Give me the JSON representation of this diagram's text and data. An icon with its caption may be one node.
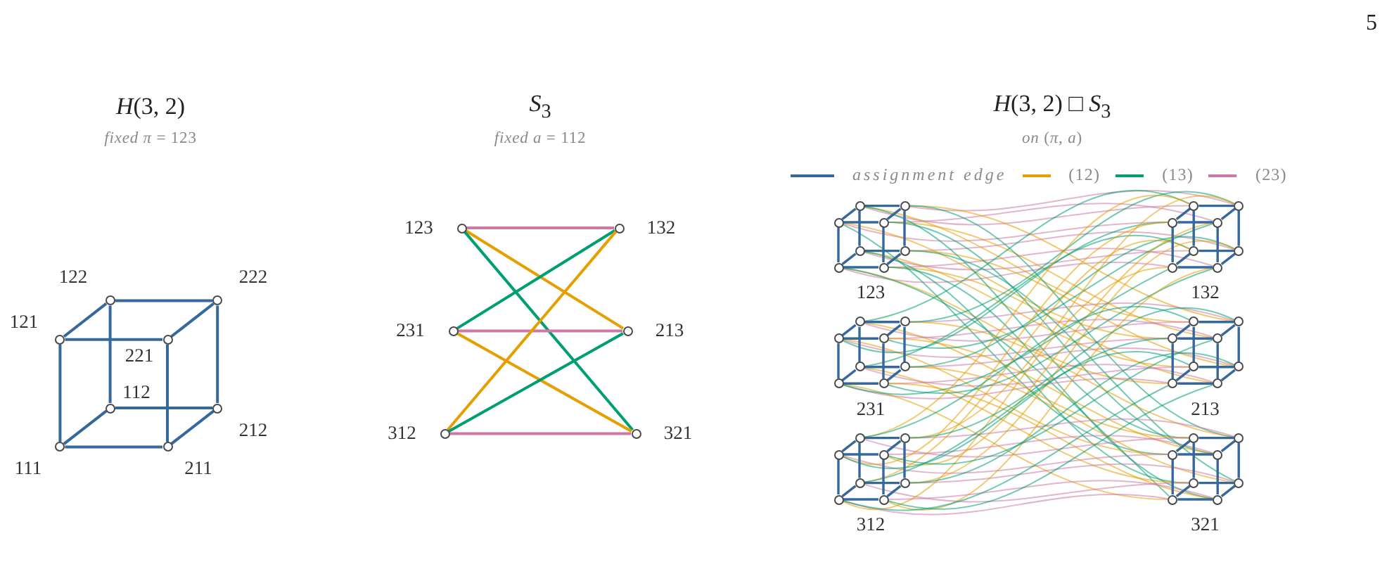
{
  "diagram": {
    "nodes": [
      {
        "text": [],
        "shape": "circle",
        "beside": [
          "122"
        ]
      },
      {
        "text": [],
        "shape": "circle",
        "beside": [
          "222"
        ]
      },
      {
        "text": [],
        "shape": "circle",
        "beside": [
          "121"
        ]
      },
      {
        "text": [],
        "shape": "circle",
        "beside": [
          "221"
        ]
      },
      {
        "text": [],
        "shape": "circle",
        "beside": [
          "112"
        ]
      },
      {
        "text": [],
        "shape": "circle",
        "beside": [
          "212"
        ]
      },
      {
        "text": [],
        "shape": "circle",
        "beside": [
          "111"
        ]
      },
      {
        "text": [],
        "shape": "circle",
        "beside": [
          "211"
        ]
      },
      {
        "text": [],
        "shape": "circle",
        "beside": [
          "123"
        ]
      },
      {
        "text": [],
        "shape": "circle",
        "beside": [
          "132"
        ]
      },
      {
        "text": [],
        "shape": "circle",
        "beside": [
          "231"
        ]
      },
      {
        "text": [],
        "shape": "circle",
        "beside": [
          "213"
        ]
      },
      {
        "text": [],
        "shape": "circle",
        "beside": [
          "312"
        ]
      },
      {
        "text": [],
        "shape": "circle",
        "beside": [
          "321"
        ]
      },
      {
        "text": [],
        "shape": "circle"
      },
      {
        "text": [],
        "shape": "circle"
      },
      {
        "text": [],
        "shape": "circle"
      },
      {
        "text": [],
        "shape": "circle"
      },
      {
        "text": [],
        "shape": "circle"
      },
      {
        "text": [],
        "shape": "circle"
      },
      {
        "text": [],
        "shape": "circle"
      },
      {
        "text": [],
        "shape": "circle"
      },
      {
        "text": [],
        "shape": "circle"
      },
      {
        "text": [],
        "shape": "circle"
      },
      {
        "text": [],
        "shape": "circle"
      },
      {
        "text": [],
        "shape": "circle"
      },
      {
        "text": [],
        "shape": "circle"
      },
      {
        "text": [],
        "shape": "circle"
      },
      {
        "text": [],
        "shape": "circle"
      },
      {
        "text": [],
        "shape": "circle"
      },
      {
        "text": [],
        "shape": "circle"
      },
      {
        "text": [],
        "shape": "circle"
      },
      {
        "text": [],
        "shape": "circle"
      },
      {
        "text": [],
        "shape": "circle"
      },
      {
        "text": [],
        "shape": "circle"
      },
      {
        "text": [],
        "shape": "circle"
      },
      {
        "text": [],
        "shape": "circle"
      },
      {
        "text": [],
        "shape": "circle"
      },
      {
        "text": [],
        "shape": "circle"
      },
      {
        "text": [],
        "shape": "circle"
      },
      {
        "text": [],
        "shape": "circle"
      },
      {
        "text": [],
        "shape": "circle"
      },
      {
        "text": [],
        "shape": "circle"
      },
      {
        "text": [],
        "shape": "circle"
      },
      {
        "text": [],
        "shape": "circle"
      },
      {
        "text": [],
        "shape": "circle"
      },
      {
        "text": [],
        "shape": "circle"
      },
      {
        "text": [],
        "shape": "circle"
      },
      {
        "text": [],
        "shape": "circle"
      },
      {
        "text": [],
        "shape": "circle"
      },
      {
        "text": [],
        "shape": "circle"
      },
      {
        "text": [],
        "shape": "circle"
      },
      {
        "text": [],
        "shape": "circle"
      },
      {
        "text": [],
        "shape": "circle"
      },
      {
        "text": [],
        "shape": "circle"
      },
      {
        "text": [],
        "shape": "circle"
      },
      {
        "text": [],
        "shape": "circle"
      },
      {
        "text": [],
        "shape": "circle"
      },
      {
        "text": [],
        "shape": "circle"
      },
      {
        "text": [],
        "shape": "circle"
      },
      {
        "text": [],
        "shape": "circle"
      },
      {
        "text": [],
        "shape": "circle"
      }
    ],
    "edges": [
      {
        "from": 6,
        "to": 7,
        "arrow": "none"
      },
      {
        "from": 6,
        "to": 2,
        "arrow": "none"
      },
      {
        "from": 6,
        "to": 4,
        "arrow": "none"
      },
      {
        "from": 2,
        "to": 3,
        "arrow": "none"
      },
      {
        "from": 2,
        "to": 0,
        "arrow": "none"
      },
      {
        "from": 7,
        "to": 3,
        "arrow": "none"
      },
      {
        "from": 7,
        "to": 5,
        "arrow": "none"
      },
      {
        "from": 3,
        "to": 1,
        "arrow": "none"
      },
      {
        "from": 4,
        "to": 5,
        "arrow": "none"
      },
      {
        "from": 4,
        "to": 0,
        "arrow": "none"
      },
      {
        "from": 0,
        "to": 1,
        "arrow": "none"
      },
      {
        "from": 5,
        "to": 1,
        "arrow": "none"
      },
      {
        "from": 8,
        "to": 9,
        "arrow": "none",
        "color": "#cc79a7"
      },
      {
        "from": 8,
        "to": 11,
        "arrow": "none",
        "color": "#e69f00"
      },
      {
        "from": 8,
        "to": 13,
        "arrow": "none",
        "color": "#009e73"
      },
      {
        "from": 10,
        "to": 9,
        "arrow": "none",
        "color": "#009e73"
      },
      {
        "from": 10,
        "to": 11,
        "arrow": "none",
        "color": "#cc79a7"
      },
      {
        "from": 10,
        "to": 13,
        "arrow": "none",
        "color": "#e69f00"
      },
      {
        "from": 12,
        "to": 9,
        "arrow": "none",
        "color": "#e69f00"
      },
      {
        "from": 12,
        "to": 11,
        "arrow": "none",
        "color": "#009e73"
      },
      {
        "from": 12,
        "to": 13,
        "arrow": "none",
        "color": "#cc79a7"
      },
      {
        "from": 20,
        "to": 21,
        "arrow": "none"
      },
      {
        "from": 20,
        "to": 16,
        "arrow": "none"
      },
      {
        "from": 20,
        "to": 18,
        "arrow": "none"
      },
      {
        "from": 16,
        "to": 17,
        "arrow": "none"
      },
      {
        "from": 16,
        "to": 14,
        "arrow": "none"
      },
      {
        "from": 21,
        "to": 17,
        "arrow": "none"
      },
      {
        "from": 21,
        "to": 19,
        "arrow": "none"
      },
      {
        "from": 17,
        "to": 15,
        "arrow": "none"
      },
      {
        "from": 18,
        "to": 19,
        "arrow": "none"
      },
      {
        "from": 18,
        "to": 14,
        "arrow": "none"
      },
      {
        "from": 14,
        "to": 15,
        "arrow": "none"
      },
      {
        "from": 19,
        "to": 15,
        "arrow": "none"
      },
      {
        "from": 28,
        "to": 29,
        "arrow": "none"
      },
      {
        "from": 28,
        "to": 24,
        "arrow": "none"
      },
      {
        "from": 28,
        "to": 26,
        "arrow": "none"
      },
      {
        "from": 24,
        "to": 25,
        "arrow": "none"
      },
      {
        "from": 24,
        "to": 22,
        "arrow": "none"
      },
      {
        "from": 29,
        "to": 25,
        "arrow": "none"
      },
      {
        "from": 29,
        "to": 27,
        "arrow": "none"
      },
      {
        "from": 25,
        "to": 23,
        "arrow": "none"
      },
      {
        "from": 26,
        "to": 27,
        "arrow": "none"
      },
      {
        "from": 26,
        "to": 22,
        "arrow": "none"
      },
      {
        "from": 22,
        "to": 23,
        "arrow": "none"
      },
      {
        "from": 27,
        "to": 23,
        "arrow": "none"
      },
      {
        "from": 36,
        "to": 37,
        "arrow": "none"
      },
      {
        "from": 36,
        "to": 32,
        "arrow": "none"
      },
      {
        "from": 36,
        "to": 34,
        "arrow": "none"
      },
      {
        "from": 32,
        "to": 33,
        "arrow": "none"
      },
      {
        "from": 32,
        "to": 30,
        "arrow": "none"
      },
      {
        "from": 37,
        "to": 33,
        "arrow": "none"
      },
      {
        "from": 37,
        "to": 35,
        "arrow": "none"
      },
      {
        "from": 33,
        "to": 31,
        "arrow": "none"
      },
      {
        "from": 34,
        "to": 35,
        "arrow": "none"
      },
      {
        "from": 34,
        "to": 30,
        "arrow": "none"
      },
      {
        "from": 30,
        "to": 31,
        "arrow": "none"
      },
      {
        "from": 35,
        "to": 31,
        "arrow": "none"
      },
      {
        "from": 44,
        "to": 45,
        "arrow": "none"
      },
      {
        "from": 44,
        "to": 40,
        "arrow": "none"
      },
      {
        "from": 44,
        "to": 42,
        "arrow": "none"
      },
      {
        "from": 40,
        "to": 41,
        "arrow": "none"
      },
      {
        "from": 40,
        "to": 38,
        "arrow": "none"
      },
      {
        "from": 45,
        "to": 41,
        "arrow": "none"
      },
      {
        "from": 45,
        "to": 43,
        "arrow": "none"
      },
      {
        "from": 41,
        "to": 39,
        "arrow": "none"
      },
      {
        "from": 42,
        "to": 43,
        "arrow": "none"
      },
      {
        "from": 42,
        "to": 38,
        "arrow": "none"
      },
      {
        "from": 38,
        "to": 39,
        "arrow": "none"
      },
      {
        "from": 43,
        "to": 39,
        "arrow": "none"
      },
      {
        "from": 52,
        "to": 53,
        "arrow": "none"
      },
      {
        "from": 52,
        "to": 48,
        "arrow": "none"
      },
      {
        "from": 52,
        "to": 50,
        "arrow": "none"
      },
      {
        "from": 48,
        "to": 49,
        "arrow": "none"
      },
      {
        "from": 48,
        "to": 46,
        "arrow": "none"
      },
      {
        "from": 53,
        "to": 49,
        "arrow": "none"
      },
      {
        "from": 53,
        "to": 51,
        "arrow": "none"
      },
      {
        "from": 49,
        "to": 47,
        "arrow": "none"
      },
      {
        "from": 50,
        "to": 51,
        "arrow": "none"
      },
      {
        "from": 50,
        "to": 46,
        "arrow": "none"
      },
      {
        "from": 46,
        "to": 47,
        "arrow": "none"
      },
      {
        "from": 51,
        "to": 47,
        "arrow": "none"
      },
      {
        "from": 60,
        "to": 61,
        "arrow": "none"
      },
      {
        "from": 60,
        "to": 56,
        "arrow": "none"
      },
      {
        "from": 60,
        "to": 58,
        "arrow": "none"
      },
      {
        "from": 56,
        "to": 57,
        "arrow": "none"
      },
      {
        "from": 56,
        "to": 54,
        "arrow": "none"
      },
      {
        "from": 61,
        "to": 57,
        "arrow": "none"
      },
      {
        "from": 61,
        "to": 59,
        "arrow": "none"
      },
      {
        "from": 57,
        "to": 55,
        "arrow": "none"
      },
      {
        "from": 58,
        "to": 59,
        "arrow": "none"
      },
      {
        "from": 58,
        "to": 54,
        "arrow": "none"
      },
      {
        "from": 54,
        "to": 55,
        "arrow": "none"
      },
      {
        "from": 59,
        "to": 55,
        "arrow": "none"
      },
      {
        "from": 14,
        "to": 22,
        "arrow": "none",
        "color": "#cc79a7"
      },
      {
        "from": 15,
        "to": 23,
        "arrow": "none",
        "color": "#cc79a7"
      },
      {
        "from": 16,
        "to": 24,
        "arrow": "none",
        "color": "#cc79a7"
      },
      {
        "from": 17,
        "to": 25,
        "arrow": "none",
        "color": "#cc79a7"
      },
      {
        "from": 18,
        "to": 26,
        "arrow": "none",
        "color": "#cc79a7"
      },
      {
        "from": 19,
        "to": 27,
        "arrow": "none",
        "color": "#cc79a7"
      },
      {
        "from": 20,
        "to": 28,
        "arrow": "none",
        "color": "#cc79a7"
      },
      {
        "from": 21,
        "to": 29,
        "arrow": "none",
        "color": "#cc79a7"
      },
      {
        "from": 14,
        "to": 38,
        "arrow": "none",
        "color": "#e69f00"
      },
      {
        "from": 15,
        "to": 39,
        "arrow": "none",
        "color": "#e69f00"
      },
      {
        "from": 16,
        "to": 40,
        "arrow": "none",
        "color": "#e69f00"
      },
      {
        "from": 17,
        "to": 41,
        "arrow": "none",
        "color": "#e69f00"
      },
      {
        "from": 18,
        "to": 42,
        "arrow": "none",
        "color": "#e69f00"
      },
      {
        "from": 19,
        "to": 43,
        "arrow": "none",
        "color": "#e69f00"
      },
      {
        "from": 20,
        "to": 44,
        "arrow": "none",
        "color": "#e69f00"
      },
      {
        "from": 21,
        "to": 45,
        "arrow": "none",
        "color": "#e69f00"
      },
      {
        "from": 14,
        "to": 54,
        "arrow": "none",
        "color": "#009e73"
      },
      {
        "from": 15,
        "to": 55,
        "arrow": "none",
        "color": "#009e73"
      },
      {
        "from": 16,
        "to": 56,
        "arrow": "none",
        "color": "#009e73"
      },
      {
        "from": 17,
        "to": 57,
        "arrow": "none",
        "color": "#009e73"
      },
      {
        "from": 18,
        "to": 58,
        "arrow": "none",
        "color": "#009e73"
      },
      {
        "from": 19,
        "to": 59,
        "arrow": "none",
        "color": "#009e73"
      },
      {
        "from": 20,
        "to": 60,
        "arrow": "none",
        "color": "#009e73"
      },
      {
        "from": 21,
        "to": 61,
        "arrow": "none",
        "color": "#009e73"
      },
      {
        "from": 30,
        "to": 38,
        "arrow": "none",
        "color": "#cc79a7"
      },
      {
        "from": 31,
        "to": 39,
        "arrow": "none",
        "color": "#cc79a7"
      },
      {
        "from": 32,
        "to": 40,
        "arrow": "none",
        "color": "#cc79a7"
      },
      {
        "from": 33,
        "to": 41,
        "arrow": "none",
        "color": "#cc79a7"
      },
      {
        "from": 34,
        "to": 42,
        "arrow": "none",
        "color": "#cc79a7"
      },
      {
        "from": 35,
        "to": 43,
        "arrow": "none",
        "color": "#cc79a7"
      },
      {
        "from": 36,
        "to": 44,
        "arrow": "none",
        "color": "#cc79a7"
      },
      {
        "from": 37,
        "to": 45,
        "arrow": "none",
        "color": "#cc79a7"
      },
      {
        "from": 30,
        "to": 54,
        "arrow": "none",
        "color": "#e69f00"
      },
      {
        "from": 31,
        "to": 55,
        "arrow": "none",
        "color": "#e69f00"
      },
      {
        "from": 32,
        "to": 56,
        "arrow": "none",
        "color": "#e69f00"
      },
      {
        "from": 33,
        "to": 57,
        "arrow": "none",
        "color": "#e69f00"
      },
      {
        "from": 34,
        "to": 58,
        "arrow": "none",
        "color": "#e69f00"
      },
      {
        "from": 35,
        "to": 59,
        "arrow": "none",
        "color": "#e69f00"
      },
      {
        "from": 36,
        "to": 60,
        "arrow": "none",
        "color": "#e69f00"
      },
      {
        "from": 37,
        "to": 61,
        "arrow": "none",
        "color": "#e69f00"
      },
      {
        "from": 30,
        "to": 22,
        "arrow": "none",
        "color": "#009e73"
      },
      {
        "from": 31,
        "to": 23,
        "arrow": "none",
        "color": "#009e73"
      },
      {
        "from": 32,
        "to": 24,
        "arrow": "none",
        "color": "#009e73"
      },
      {
        "from": 33,
        "to": 25,
        "arrow": "none",
        "color": "#009e73"
      },
      {
        "from": 34,
        "to": 26,
        "arrow": "none",
        "color": "#009e73"
      },
      {
        "from": 35,
        "to": 27,
        "arrow": "none",
        "color": "#009e73"
      },
      {
        "from": 36,
        "to": 28,
        "arrow": "none",
        "color": "#009e73"
      },
      {
        "from": 37,
        "to": 29,
        "arrow": "none",
        "color": "#009e73"
      },
      {
        "from": 46,
        "to": 54,
        "arrow": "none",
        "color": "#cc79a7"
      },
      {
        "from": 47,
        "to": 55,
        "arrow": "none",
        "color": "#cc79a7"
      },
      {
        "from": 48,
        "to": 56,
        "arrow": "none",
        "color": "#cc79a7"
      },
      {
        "from": 49,
        "to": 57,
        "arrow": "none",
        "color": "#cc79a7"
      },
      {
        "from": 50,
        "to": 58,
        "arrow": "none",
        "color": "#cc79a7"
      },
      {
        "from": 51,
        "to": 59,
        "arrow": "none",
        "color": "#cc79a7"
      },
      {
        "from": 52,
        "to": 60,
        "arrow": "none",
        "color": "#cc79a7"
      },
      {
        "from": 53,
        "to": 61,
        "arrow": "none",
        "color": "#cc79a7"
      },
      {
        "from": 46,
        "to": 22,
        "arrow": "none",
        "color": "#e69f00"
      },
      {
        "from": 47,
        "to": 23,
        "arrow": "none",
        "color": "#e69f00"
      },
      {
        "from": 48,
        "to": 24,
        "arrow": "none",
        "color": "#e69f00"
      },
      {
        "from": 49,
        "to": 25,
        "arrow": "none",
        "color": "#e69f00"
      },
      {
        "from": 50,
        "to": 26,
        "arrow": "none",
        "color": "#e69f00"
      },
      {
        "from": 51,
        "to": 27,
        "arrow": "none",
        "color": "#e69f00"
      },
      {
        "from": 52,
        "to": 28,
        "arrow": "none",
        "color": "#e69f00"
      },
      {
        "from": 53,
        "to": 29,
        "arrow": "none",
        "color": "#e69f00"
      },
      {
        "from": 46,
        "to": 38,
        "arrow": "none",
        "color": "#009e73"
      },
      {
        "from": 47,
        "to": 39,
        "arrow": "none",
        "color": "#009e73"
      },
      {
        "from": 48,
        "to": 40,
        "arrow": "none",
        "color": "#009e73"
      },
      {
        "from": 49,
        "to": 41,
        "arrow": "none",
        "color": "#009e73"
      },
      {
        "from": 50,
        "to": 42,
        "arrow": "none",
        "color": "#009e73"
      },
      {
        "from": 51,
        "to": 43,
        "arrow": "none",
        "color": "#009e73"
      },
      {
        "from": 52,
        "to": 44,
        "arrow": "none",
        "color": "#009e73"
      },
      {
        "from": 53,
        "to": 45,
        "arrow": "none",
        "color": "#009e73"
      }
    ],
    "labels": [
      "5",
      "*H*(3, 2)",
      "*fixed π* = 123",
      "*S*$_{3}$",
      "*fixed a* = 112",
      "*H*(3, 2) □ *S*$_{3}$",
      "*on* (*π*, *a*)",
      "123",
      "132",
      "231",
      "213",
      "312",
      "321"
    ],
    "legend": [
      {
        "text": "assignment edge",
        "color": "#35689b"
      },
      {
        "text": "(12)",
        "color": "#e69f00"
      },
      {
        "text": "(13)",
        "color": "#009e73"
      },
      {
        "text": "(23)",
        "color": "#cc79a7"
      }
    ]
  }
}
